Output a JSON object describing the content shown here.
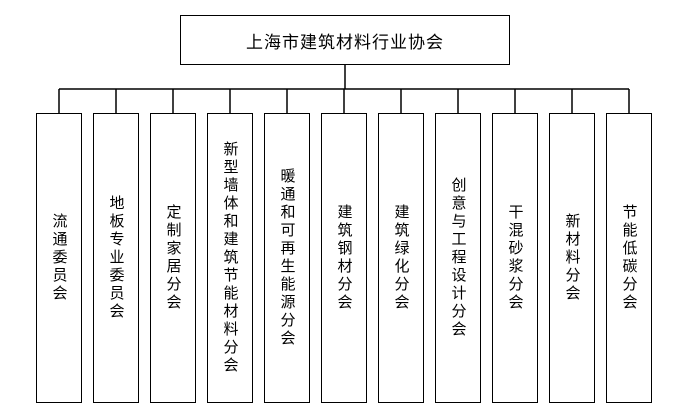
{
  "root": {
    "label": "上海市建筑材料行业协会"
  },
  "children": [
    {
      "id": "liutong",
      "label": "流通委员会"
    },
    {
      "id": "diban",
      "label": "地板专业委员会"
    },
    {
      "id": "dingzhi",
      "label": "定制家居分会"
    },
    {
      "id": "xinxing",
      "label": "新型墙体和建筑节能材料分会"
    },
    {
      "id": "nuantong",
      "label": "暖通和可再生能源分会"
    },
    {
      "id": "gangcai",
      "label": "建筑钢材分会"
    },
    {
      "id": "lvhua",
      "label": "建筑绿化分会"
    },
    {
      "id": "chuangyi",
      "label": "创意与工程设计分会"
    },
    {
      "id": "ganhun",
      "label": "干混砂浆分会"
    },
    {
      "id": "xincailiao",
      "label": "新材料分会"
    },
    {
      "id": "jieneng",
      "label": "节能低碳分会"
    }
  ]
}
